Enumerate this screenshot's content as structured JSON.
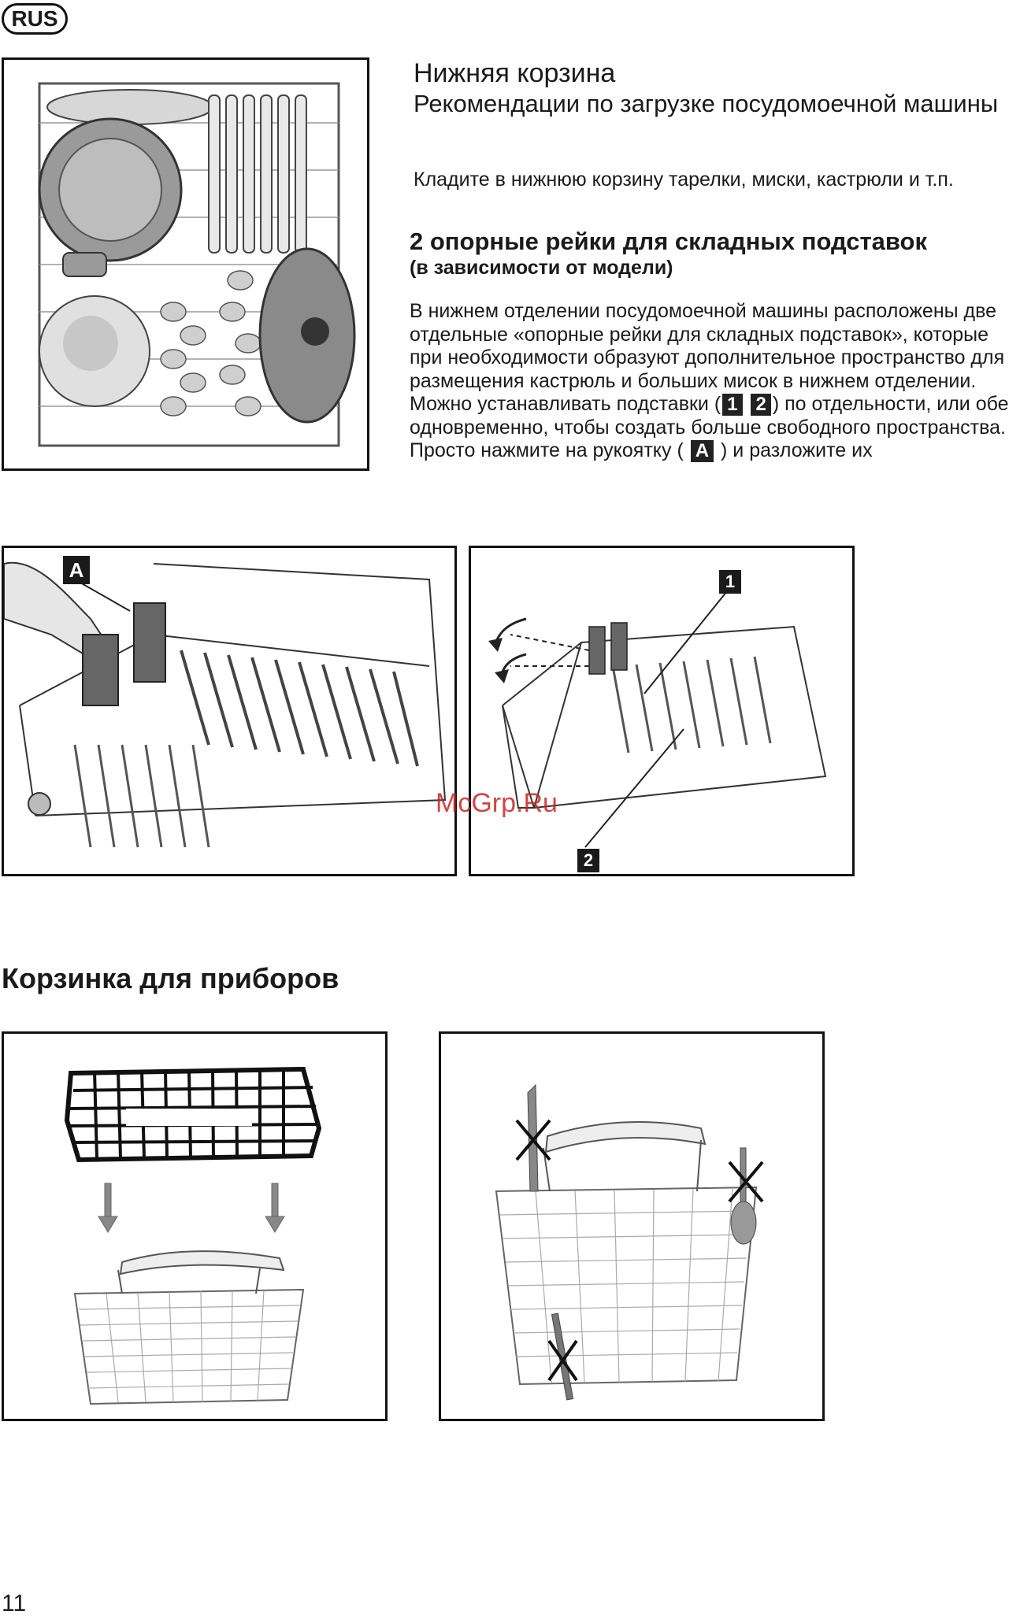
{
  "header": {
    "lang": "RUS"
  },
  "lower_basket": {
    "title": "Нижняя корзина",
    "subtitle": "Рекомендации по загрузке посудомоечной машины",
    "intro": "Кладите в нижнюю корзину тарелки, миски, кастрюли и т.п."
  },
  "rails": {
    "heading": "2 опорные рейки для складных подставок",
    "subheading": "(в зависимости от модели)",
    "body_1": "В нижнем отделении посудомоечной машины расположены две отдельные «опорные рейки для складных подставок», которые при необходимости образуют дополнительное пространство для размещения кастрюль и больших мисок в нижнем отделении. Можно устанавливать подставки (",
    "label_1": "1",
    "label_2": "2",
    "body_2": ") по отдельности, или обе одновременно, чтобы создать больше свободного пространства.",
    "body_3": "Просто нажмите на рукоятку (",
    "label_a": "A",
    "body_4": ") и разложите их"
  },
  "figures": {
    "fig_a_label": "A",
    "fig_1_label": "1",
    "fig_2_label": "2"
  },
  "cutlery": {
    "heading": "Корзинка для приборов"
  },
  "watermark": "McGrp.Ru",
  "page_number": "11"
}
